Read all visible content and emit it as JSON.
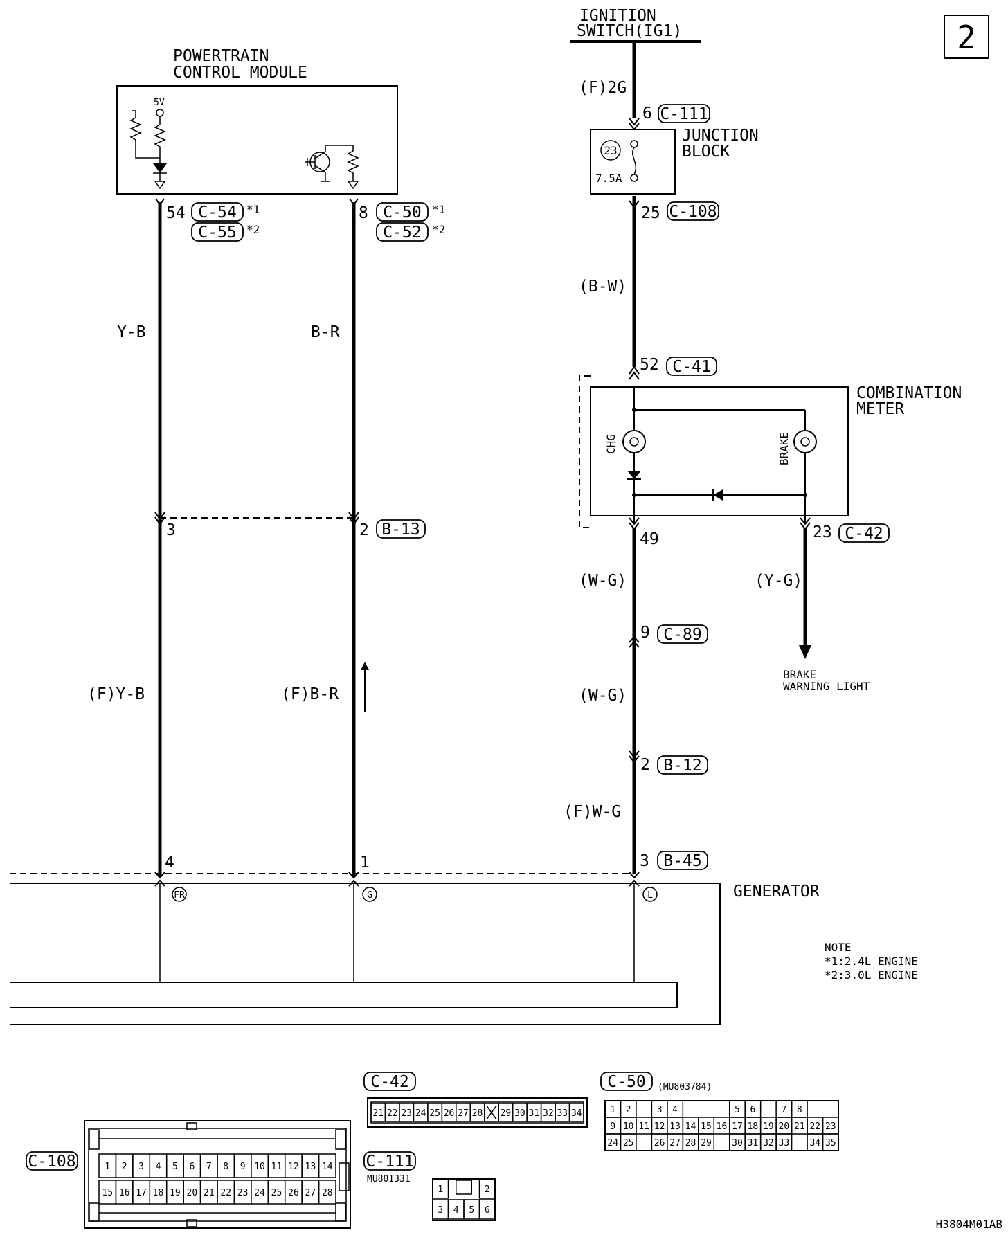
{
  "page_number": "2",
  "figure_code": "H3804M01AB",
  "ignition": {
    "line1": "IGNITION",
    "line2": "SWITCH(IG1)"
  },
  "pcm": {
    "line1": "POWERTRAIN",
    "line2": "CONTROL MODULE",
    "supply": "5V"
  },
  "junction_block": {
    "line1": "JUNCTION",
    "line2": "BLOCK",
    "fuse_no": "23",
    "fuse_rating": "7.5A"
  },
  "combination_meter": {
    "line1": "COMBINATION",
    "line2": "METER",
    "chg": "CHG",
    "brake": "BRAKE"
  },
  "generator": {
    "title": "GENERATOR",
    "fr": "FR",
    "g": "G",
    "l": "L"
  },
  "brake_warning": {
    "line1": "BRAKE",
    "line2": "WARNING LIGHT"
  },
  "note": {
    "title": "NOTE",
    "line1": "*1:2.4L ENGINE",
    "line2": "*2:3.0L ENGINE"
  },
  "pins": {
    "p54": "54",
    "p8": "8",
    "p3": "3",
    "p2a": "2",
    "p4": "4",
    "p1": "1",
    "p6": "6",
    "p25": "25",
    "p52": "52",
    "p49": "49",
    "p23": "23",
    "p9": "9",
    "p2b": "2",
    "p3b": "3"
  },
  "marks": {
    "star1": "*1",
    "star2": "*2"
  },
  "connectors": {
    "c54": "C-54",
    "c55": "C-55",
    "c50": "C-50",
    "c52": "C-52",
    "b13": "B-13",
    "c111": "C-111",
    "c108": "C-108",
    "c41": "C-41",
    "c42": "C-42",
    "c89": "C-89",
    "b12": "B-12",
    "b45": "B-45"
  },
  "wire_colors": {
    "yb": "Y-B",
    "br": "B-R",
    "f_yb": "(F)Y-B",
    "f_br": "(F)B-R",
    "f_2g": "(F)2G",
    "bw": "(B-W)",
    "wg1": "(W-G)",
    "wg2": "(W-G)",
    "yg": "(Y-G)",
    "f_wg": "(F)W-G"
  },
  "views": {
    "c42": {
      "label": "C-42",
      "cells": [
        "21",
        "22",
        "23",
        "24",
        "25",
        "26",
        "27",
        "28",
        "X",
        "29",
        "30",
        "31",
        "32",
        "33",
        "34"
      ]
    },
    "c50": {
      "label": "C-50",
      "part_no": "(MU803784)",
      "row1": [
        "1",
        "2",
        "",
        "3",
        "4",
        "",
        "",
        "",
        "5",
        "6",
        "",
        "7",
        "8"
      ],
      "row2": [
        "9",
        "10",
        "11",
        "12",
        "13",
        "14",
        "15",
        "16",
        "17",
        "18",
        "19",
        "20",
        "21",
        "22",
        "23"
      ],
      "row3": [
        "24",
        "25",
        "",
        "26",
        "27",
        "28",
        "29",
        "",
        "30",
        "31",
        "32",
        "33",
        "",
        "34",
        "35"
      ]
    },
    "c108": {
      "label": "C-108",
      "row1": [
        "1",
        "2",
        "3",
        "4",
        "5",
        "6",
        "7",
        "8",
        "9",
        "10",
        "11",
        "12",
        "13",
        "14"
      ],
      "row2": [
        "15",
        "16",
        "17",
        "18",
        "19",
        "20",
        "21",
        "22",
        "23",
        "24",
        "25",
        "26",
        "27",
        "28"
      ]
    },
    "c111": {
      "label": "C-111",
      "part_no": "MU801331",
      "row1": [
        "1",
        "2"
      ],
      "row2": [
        "3",
        "4",
        "5",
        "6"
      ]
    }
  }
}
